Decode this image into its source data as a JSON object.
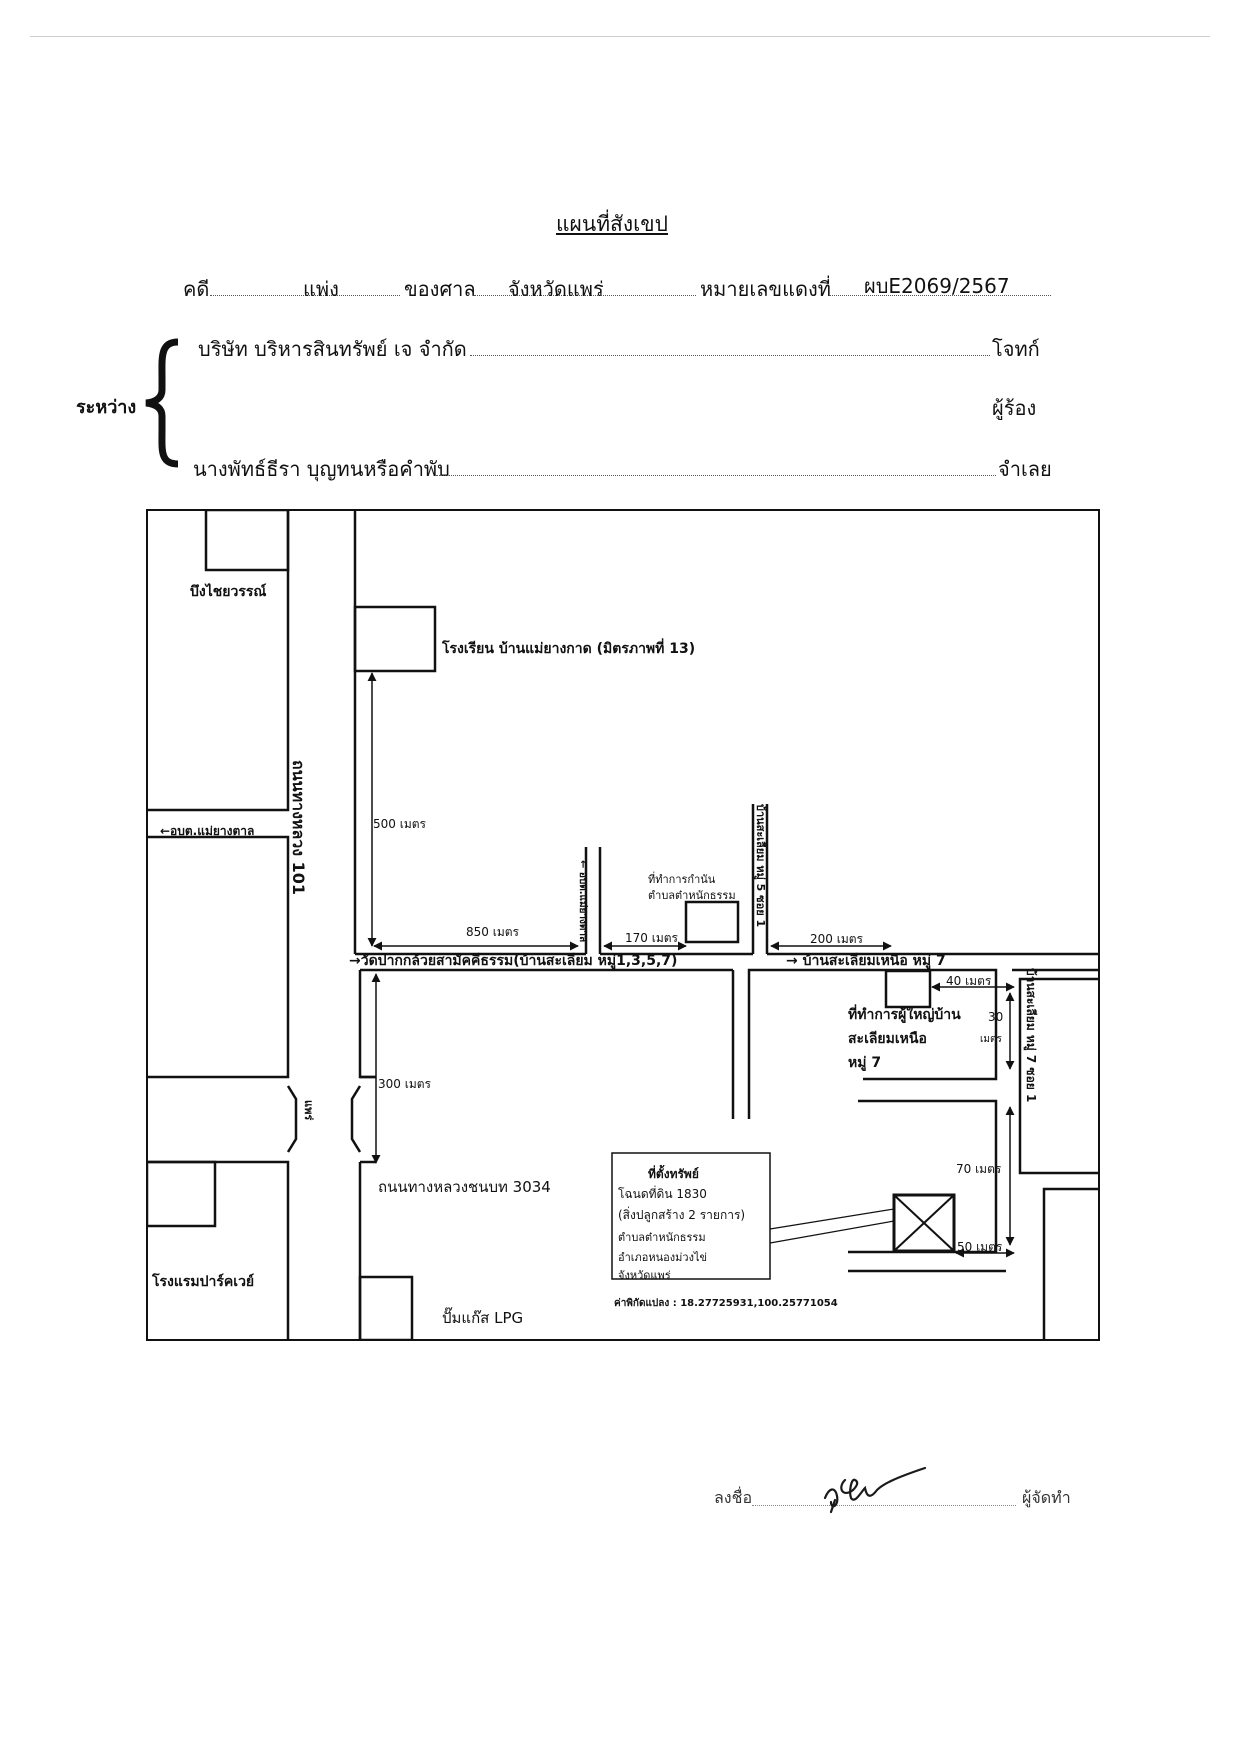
{
  "title": "แผนที่สังเขป",
  "case_line": {
    "label_case": "คดี",
    "case_type": "แพ่ง",
    "label_court": "ของศาล",
    "court": "จังหวัดแพร่",
    "label_red_no": "หมายเลขแดงที่",
    "red_no": "ผบE2069/2567"
  },
  "parties": {
    "between_label": "ระหว่าง",
    "plaintiff_name": "บริษัท บริหารสินทรัพย์ เจ จำกัด",
    "plaintiff_role": "โจทก์",
    "petitioner_role": "ผู้ร้อง",
    "defendant_name": "นางพัทธ์ธีรา บุญทนหรือคำพับ",
    "defendant_role": "จำเลย"
  },
  "map": {
    "landmarks": {
      "bueng": "บึงไชยวรรณ์",
      "school": "โรงเรียน บ้านแม่ยางกาด (มิตรภาพที่ 13)",
      "obt": "←อบต.แม่ยางตาล",
      "kamnan_1": "ที่ทำการกำนัน",
      "kamnan_2": "ตำบลต๋าหนักธรรม",
      "wat": "→วัดปากกล้วยสามัคคีธรรม(บ้านสะเลียม หมู่1,3,5,7)",
      "north_village": "→ บ้านสะเลียมเหนือ หมู่ 7",
      "headman_1": "ที่ทำการผู้ใหญ่บ้าน",
      "headman_2": "สะเลียมเหนือ",
      "headman_3": "หมู่ 7",
      "highway": "ถนนทางหลวงชนบท 3034",
      "hotel": "โรงแรมปาร์คเวย์",
      "lpg": "ปั๊มแก๊ส LPG"
    },
    "roads": {
      "highway_101": "ถนนทางหลวง 101",
      "soi_a": "← อบต.แม่ยางตาล",
      "soi_5": "บ้านสะเลียม หมู่ 5 ซอย 1",
      "soi_7": "บ้านสะเลียม หมู่ 7 ซอย 1",
      "south_label": "แพร่"
    },
    "distances": {
      "d500": "500 เมตร",
      "d850": "850 เมตร",
      "d170": "170 เมตร",
      "d200": "200 เมตร",
      "d40": "40 เมตร",
      "d30": "30",
      "d30u": "เมตร",
      "d300": "300 เมตร",
      "d70": "70 เมตร",
      "d50": "50 เมตร"
    },
    "property": {
      "heading": "ที่ตั้งทรัพย์",
      "line1": "โฉนดที่ดิน 1830",
      "line2": "(สิ่งปลูกสร้าง 2 รายการ)",
      "line3": "ตำบลต๋าหนักธรรม",
      "line4": "อำเภอหนองม่วงไข่",
      "line5": "จังหวัดแพร่"
    },
    "coordinates": "ค่าพิกัดแปลง : 18.27725931,100.25771054"
  },
  "signature": {
    "label": "ลงชื่อ",
    "role": "ผู้จัดทำ"
  }
}
